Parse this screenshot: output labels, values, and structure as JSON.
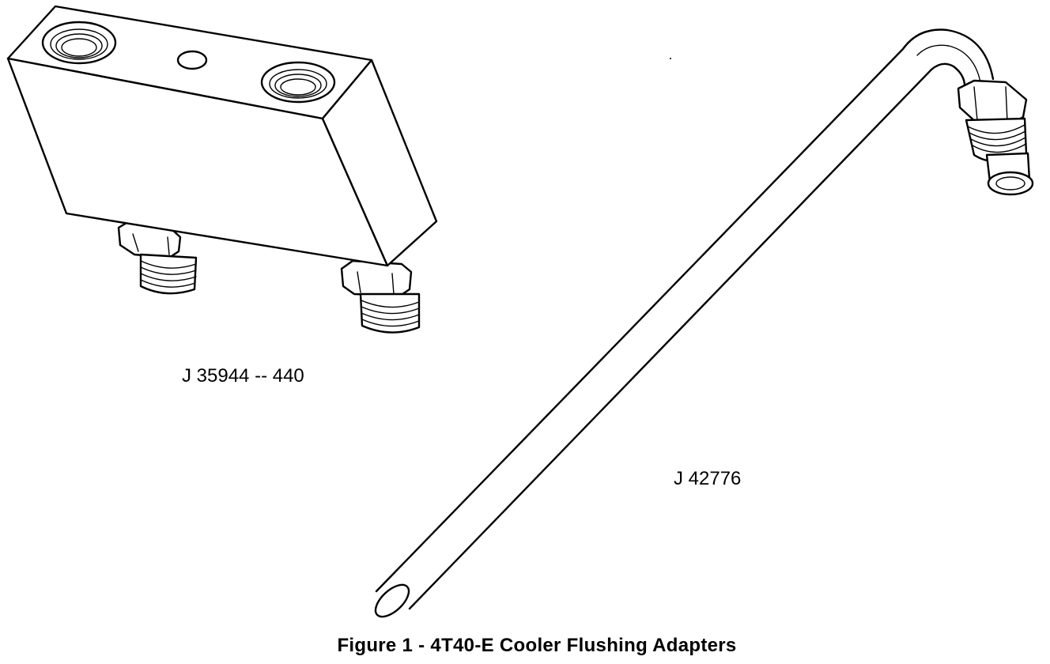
{
  "figure": {
    "caption": "Figure 1 - 4T40-E Cooler Flushing Adapters",
    "parts": [
      {
        "id": "block",
        "tool_number": "J 35944 -- 440"
      },
      {
        "id": "tube",
        "tool_number": "J 42776"
      }
    ]
  },
  "colors": {
    "line": "#000000",
    "background": "#ffffff"
  }
}
